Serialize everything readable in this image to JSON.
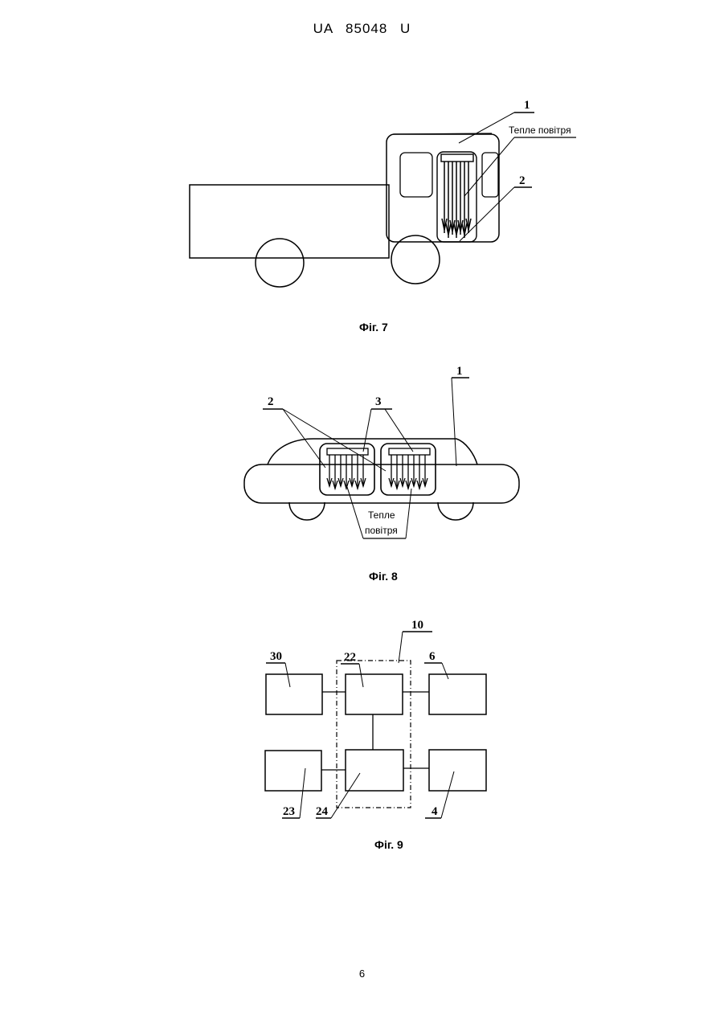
{
  "header": "UA 85048 U",
  "page_number": "6",
  "fig7": {
    "caption": "Фіг. 7",
    "label_1": "1",
    "label_2": "2",
    "warm_air": "Тепле повітря"
  },
  "fig8": {
    "caption": "Фіг. 8",
    "label_1": "1",
    "label_2": "2",
    "label_3": "3",
    "warm_air_1": "Тепле",
    "warm_air_2": "повітря"
  },
  "fig9": {
    "caption": "Фіг. 9",
    "labels": {
      "b10": "10",
      "b30": "30",
      "b22": "22",
      "b6": "6",
      "b23": "23",
      "b24": "24",
      "b4": "4"
    }
  }
}
